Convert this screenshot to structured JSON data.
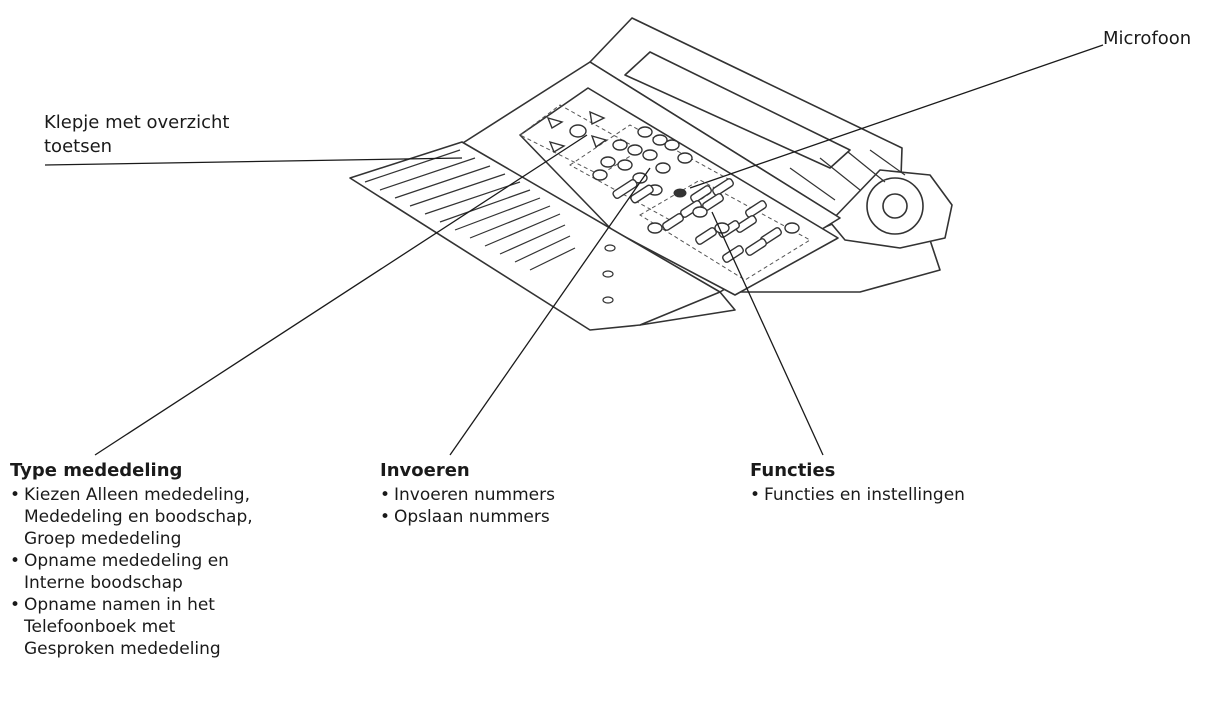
{
  "callouts": {
    "microfoon": "Microfoon",
    "klepje_line1": "Klepje met overzicht",
    "klepje_line2": "toetsen"
  },
  "groups": [
    {
      "title": "Type mededeling",
      "items": [
        "Kiezen Alleen mededeling,\nMededeling en boodschap,\nGroep mededeling",
        "Opname mededeling en\nInterne boodschap",
        "Opname namen in het\nTelefoonboek met\nGesproken mededeling"
      ]
    },
    {
      "title": "Invoeren",
      "items": [
        "Invoeren nummers",
        "Opslaan nummers"
      ]
    },
    {
      "title": "Functies",
      "items": [
        "Functies en instellingen"
      ]
    }
  ],
  "colors": {
    "line": "#1a1a1a",
    "stroke": "#333333"
  }
}
